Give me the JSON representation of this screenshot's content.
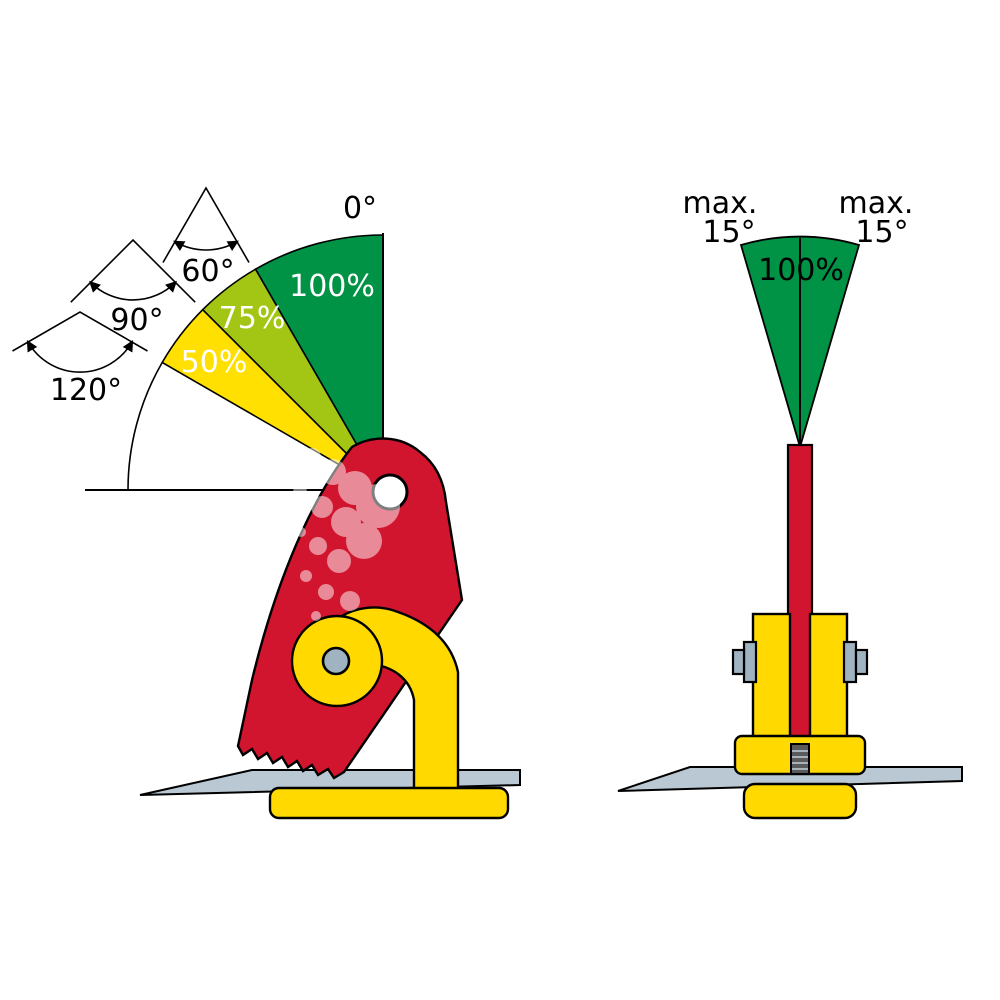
{
  "colors": {
    "background": "#ffffff",
    "green": "#009245",
    "yellow_green": "#a3c614",
    "yellow": "#ffe000",
    "red": "#d2152e",
    "clamp_yellow": "#ffd900",
    "plate_gray": "#b9c8d2",
    "bolt_gray": "#9fb3c1",
    "thread_dark": "#5a5a5a",
    "outline": "#000000",
    "label_white": "#ffffff",
    "label_black": "#000000"
  },
  "left_diagram": {
    "zero_label": "0°",
    "sectors": [
      {
        "label": "100%",
        "from_deg": 0,
        "to_deg": 30,
        "color": "green"
      },
      {
        "label": "75%",
        "from_deg": 30,
        "to_deg": 45,
        "color": "yellow_green"
      },
      {
        "label": "50%",
        "from_deg": 45,
        "to_deg": 60,
        "color": "yellow"
      }
    ],
    "angle_annotations": [
      {
        "label": "60°"
      },
      {
        "label": "90°"
      },
      {
        "label": "120°"
      }
    ]
  },
  "right_diagram": {
    "left_max_label": "max.",
    "left_deg_label": "15°",
    "right_max_label": "max.",
    "right_deg_label": "15°",
    "capacity_label": "100%"
  }
}
